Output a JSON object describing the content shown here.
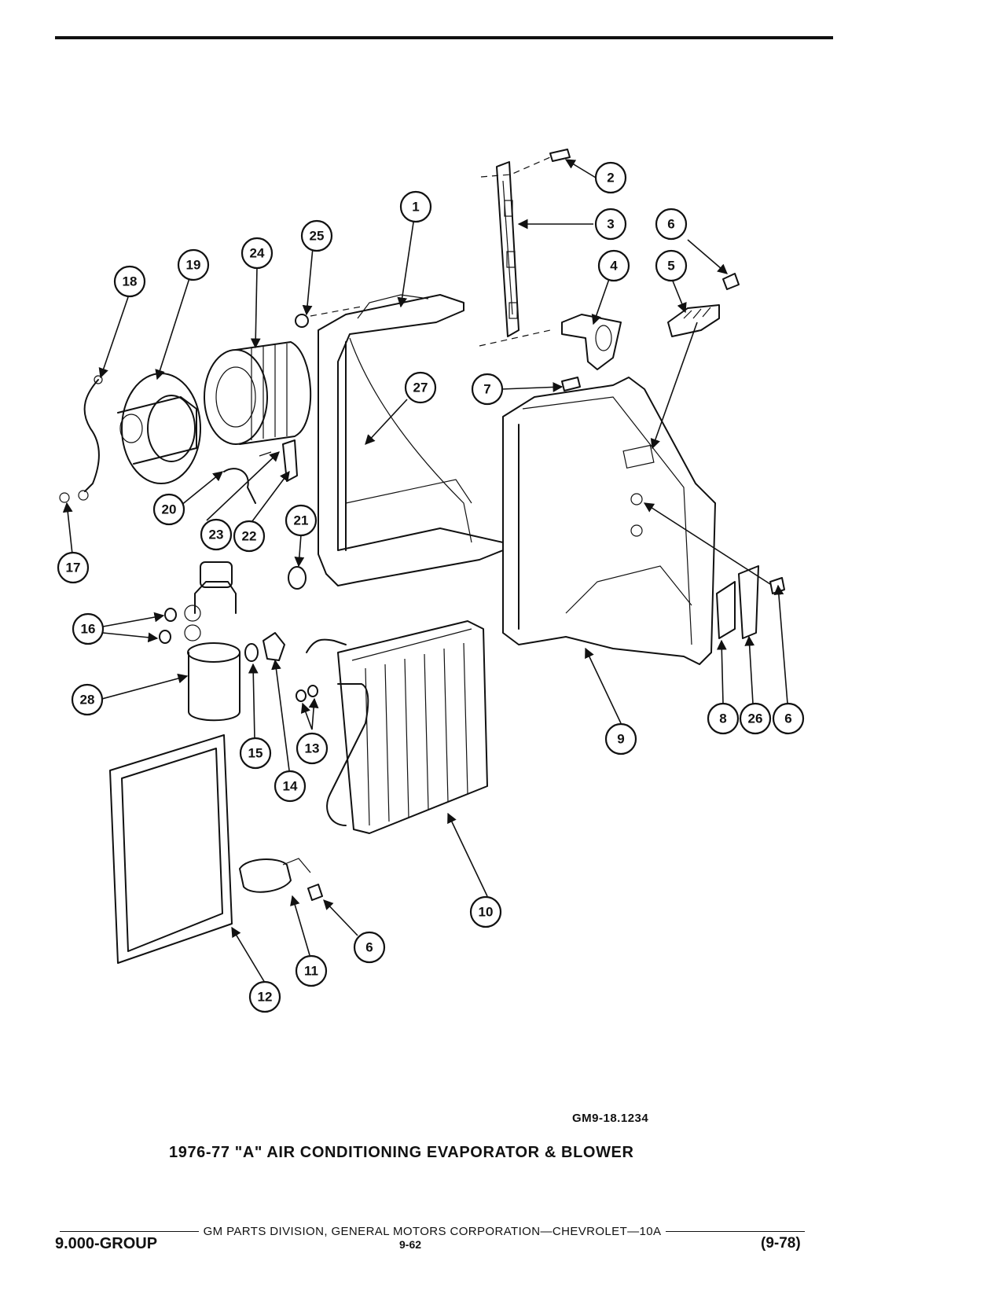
{
  "figure": {
    "reference_code": "GM9-18.1234",
    "title": "1976-77 \"A\" AIR CONDITIONING EVAPORATOR & BLOWER"
  },
  "footer": {
    "publisher_line": "GM PARTS DIVISION, GENERAL MOTORS CORPORATION—CHEVROLET—10A",
    "group": "9.000-GROUP",
    "page_number": "9-62",
    "revision_date": "(9-78)"
  },
  "callouts": {
    "c1": "1",
    "c2": "2",
    "c3": "3",
    "c4": "4",
    "c5": "5",
    "c6a": "6",
    "c6b": "6",
    "c6c": "6",
    "c7": "7",
    "c8": "8",
    "c9": "9",
    "c10": "10",
    "c11": "11",
    "c12": "12",
    "c13": "13",
    "c14": "14",
    "c15": "15",
    "c16": "16",
    "c17": "17",
    "c18": "18",
    "c19": "19",
    "c20": "20",
    "c21": "21",
    "c22": "22",
    "c23": "23",
    "c24": "24",
    "c25": "25",
    "c26": "26",
    "c27": "27",
    "c28": "28"
  }
}
